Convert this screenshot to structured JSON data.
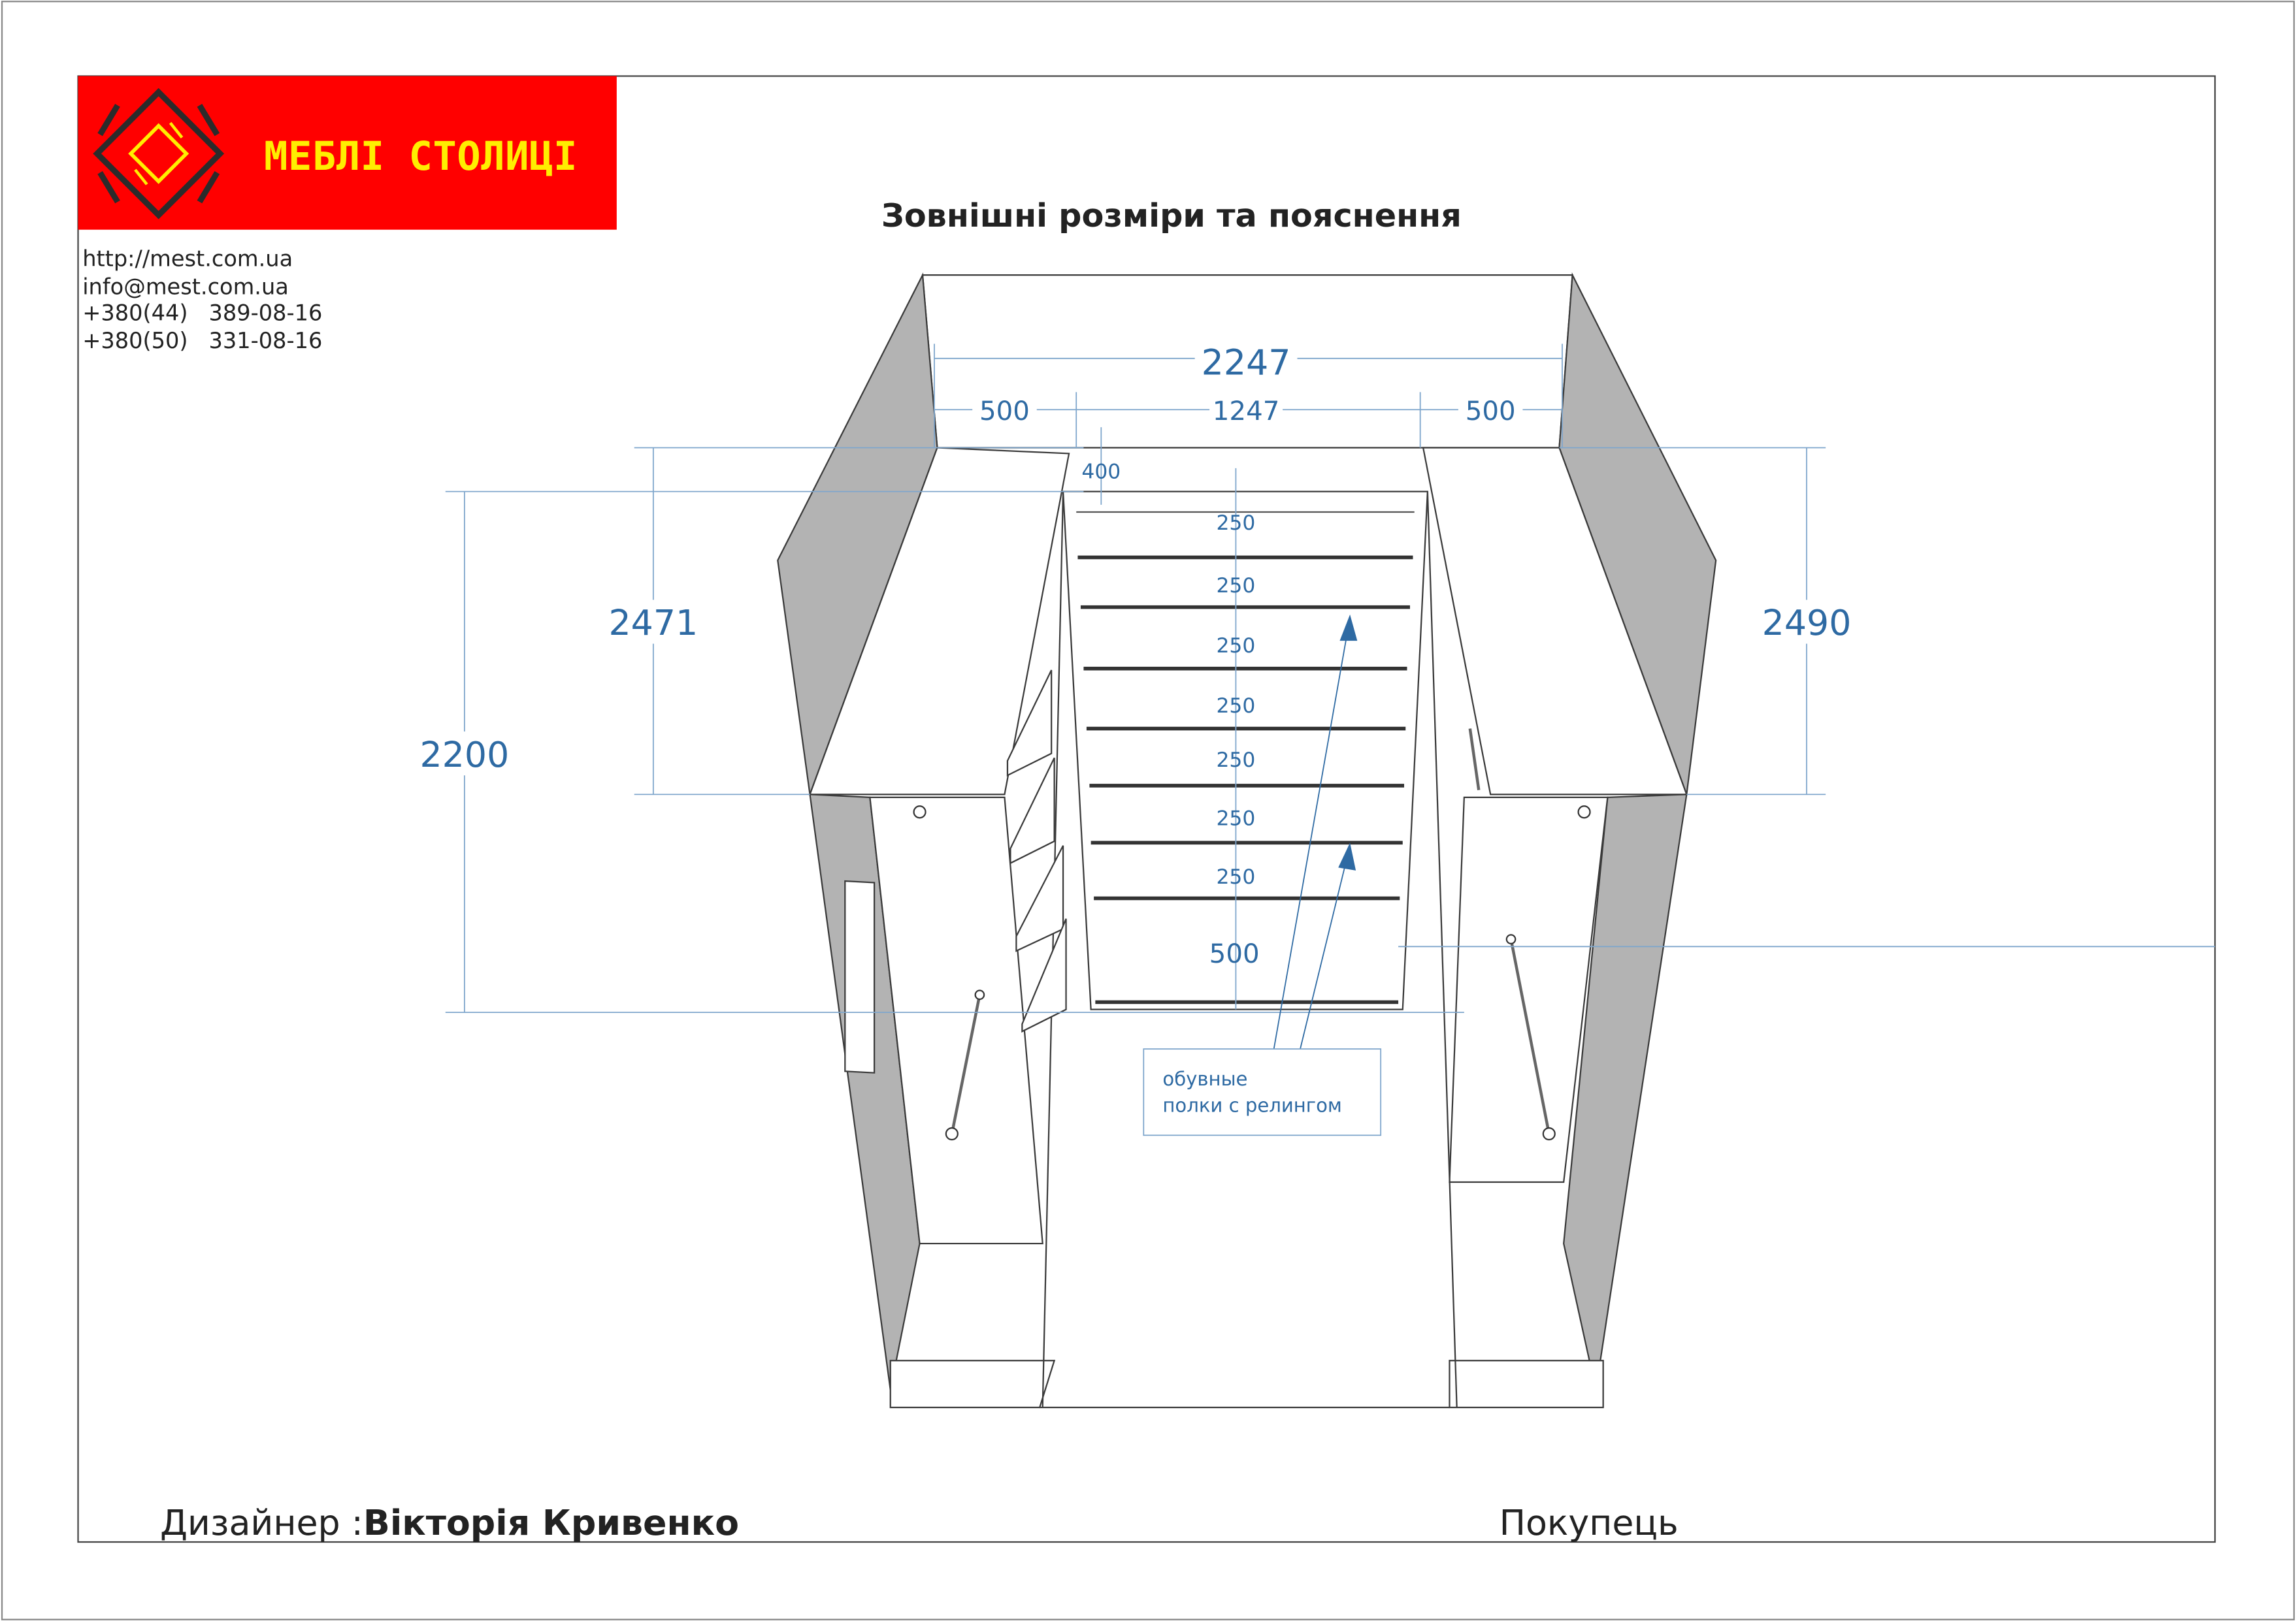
{
  "brand": {
    "name": "МЕБЛІ СТОЛИЦІ",
    "logo_bg": "#ff0000",
    "logo_fg": "#ffee00"
  },
  "contacts": [
    "http://mest.com.ua",
    "info@mest.com.ua",
    "+380(44)   389-08-16",
    "+380(50)   331-08-16"
  ],
  "title": "Зовнішні розміри та пояснення",
  "dimensions": {
    "total_width": "2247",
    "left_width": "500",
    "center_width": "1247",
    "right_width": "500",
    "depth": "400",
    "shelf_gaps": [
      "250",
      "250",
      "250",
      "250",
      "250",
      "250",
      "250"
    ],
    "bottom_gap": "500",
    "left_height": "2471",
    "right_height": "2490",
    "inner_height": "2200"
  },
  "note": {
    "line1": "обувные",
    "line2": "полки с релингом"
  },
  "footer": {
    "designer_label": "Дизайнер :",
    "designer_name": "Вікторія Кривенко",
    "customer_label": "Покупець"
  },
  "colors": {
    "dimension": "#2e6aa3"
  }
}
